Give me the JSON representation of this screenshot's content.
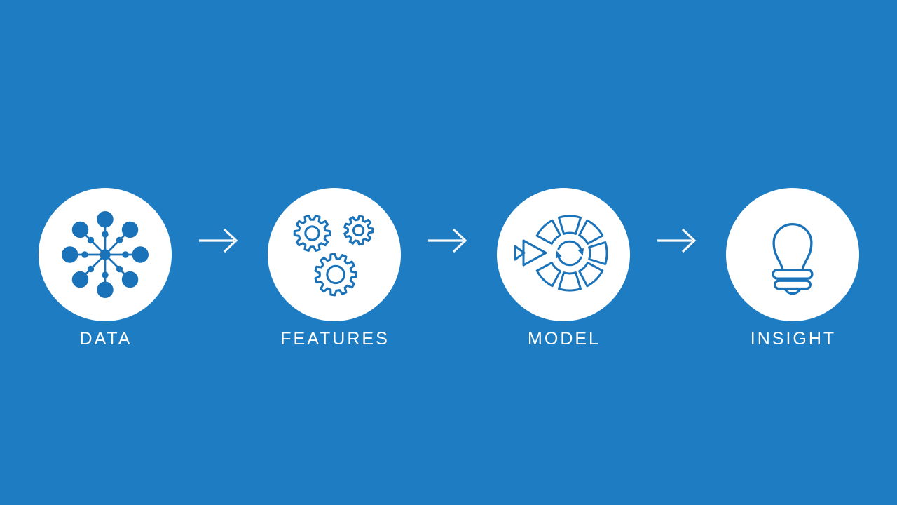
{
  "slide": {
    "type": "process-pipeline-diagram",
    "colors": {
      "background": "#1d7cc2",
      "icon": "#1a72b9",
      "circle": "#ffffff",
      "label": "#ffffff",
      "arrow": "#f7fafc"
    },
    "pipeline": {
      "stages": [
        {
          "label": "DATA",
          "icon": "data-network-icon"
        },
        {
          "label": "FEATURES",
          "icon": "gears-icon"
        },
        {
          "label": "MODEL",
          "icon": "model-iteration-icon"
        },
        {
          "label": "INSIGHT",
          "icon": "lightbulb-icon"
        }
      ],
      "connector_icon": "arrow-right-icon",
      "connector_count": 3
    }
  }
}
